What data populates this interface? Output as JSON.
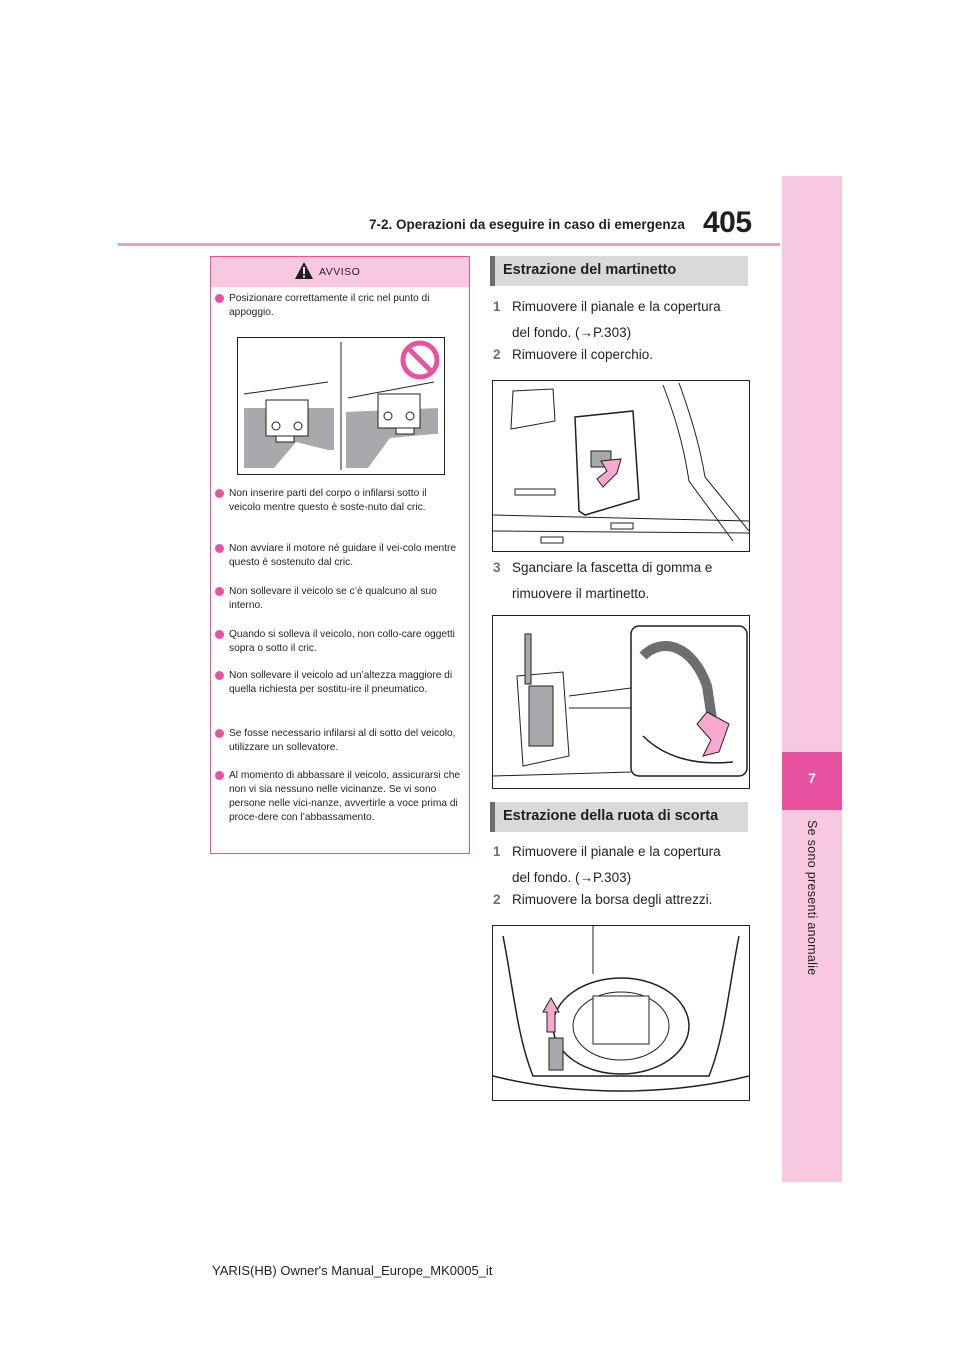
{
  "header": {
    "section": "7-2. Operazioni da eseguire in caso di emergenza",
    "page_number": "405"
  },
  "side_tab": {
    "chapter_number": "7",
    "chapter_title": "Se sono presenti anomalie"
  },
  "warning": {
    "label": "AVVISO",
    "items": [
      "Posizionare correttamente il cric nel punto di appoggio.",
      "Non inserire parti del corpo o infilarsi sotto il veicolo mentre questo è soste-nuto dal cric.",
      "Non avviare il motore né guidare il vei-colo mentre questo è sostenuto dal cric.",
      "Non sollevare il veicolo se c’è qualcuno al suo interno.",
      "Quando si solleva il veicolo, non collo-care oggetti sopra o sotto il cric.",
      "Non sollevare il veicolo ad un’altezza maggiore di quella richiesta per sostitu-ire il pneumatico.",
      "Se fosse necessario infilarsi al di sotto del veicolo, utilizzare un sollevatore.",
      "Al momento di abbassare il veicolo, assicurarsi che non vi sia nessuno nelle vicinanze. Se vi sono persone nelle vici-nanze, avvertirle a voce prima di proce-dere con l’abbassamento."
    ]
  },
  "sections": [
    {
      "title": "Estrazione del martinetto",
      "steps": [
        {
          "num": "1",
          "line1": "Rimuovere il pianale e la copertura",
          "line2": "del fondo. (→P.303)"
        },
        {
          "num": "2",
          "line1": "Rimuovere il coperchio.",
          "line2": ""
        },
        {
          "num": "3",
          "line1": "Sganciare la fascetta di gomma e",
          "line2": "rimuovere il martinetto."
        }
      ]
    },
    {
      "title": "Estrazione della ruota di scorta",
      "steps": [
        {
          "num": "1",
          "line1": "Rimuovere il pianale e la copertura",
          "line2": "del fondo. (→P.303)"
        },
        {
          "num": "2",
          "line1": "Rimuovere la borsa degli attrezzi.",
          "line2": ""
        }
      ]
    }
  ],
  "footer": "YARIS(HB) Owner's Manual_Europe_MK0005_it",
  "colors": {
    "accent": "#e8529e",
    "tab": "#f8c8e0",
    "rule": "#f29bc8",
    "section_bg": "#d9d9d9"
  }
}
